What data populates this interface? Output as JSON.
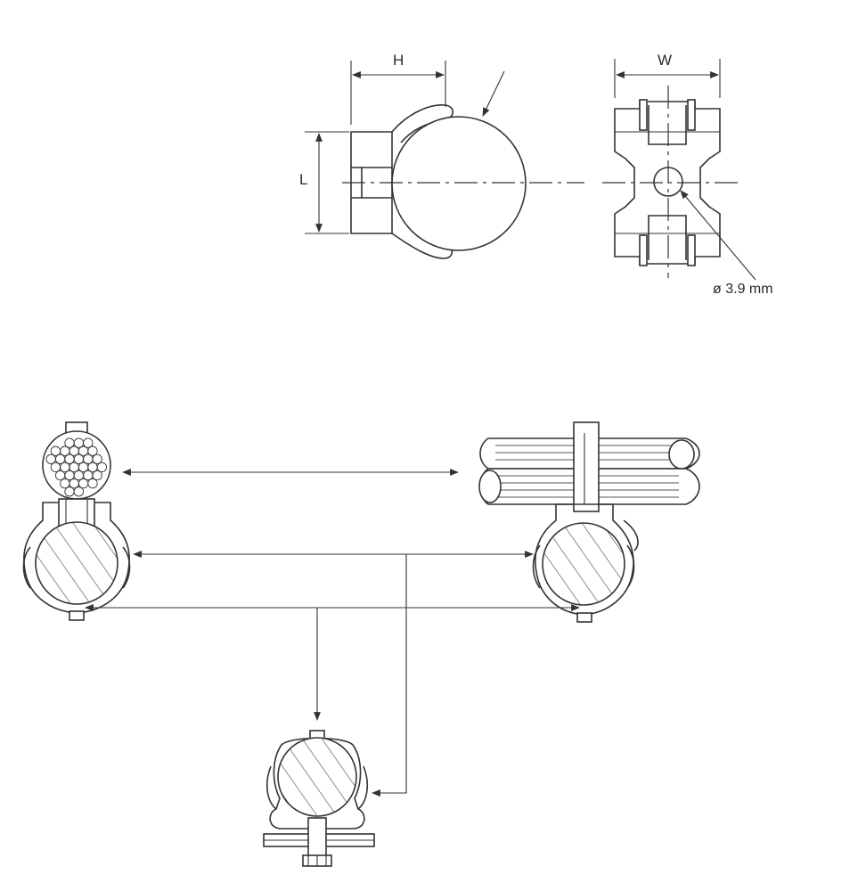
{
  "top_view": {
    "label_h": "H",
    "label_l": "L",
    "label_w": "W",
    "label_diameter": "ø 3.9 mm"
  },
  "colors": {
    "line": "#333333",
    "background": "#ffffff"
  }
}
